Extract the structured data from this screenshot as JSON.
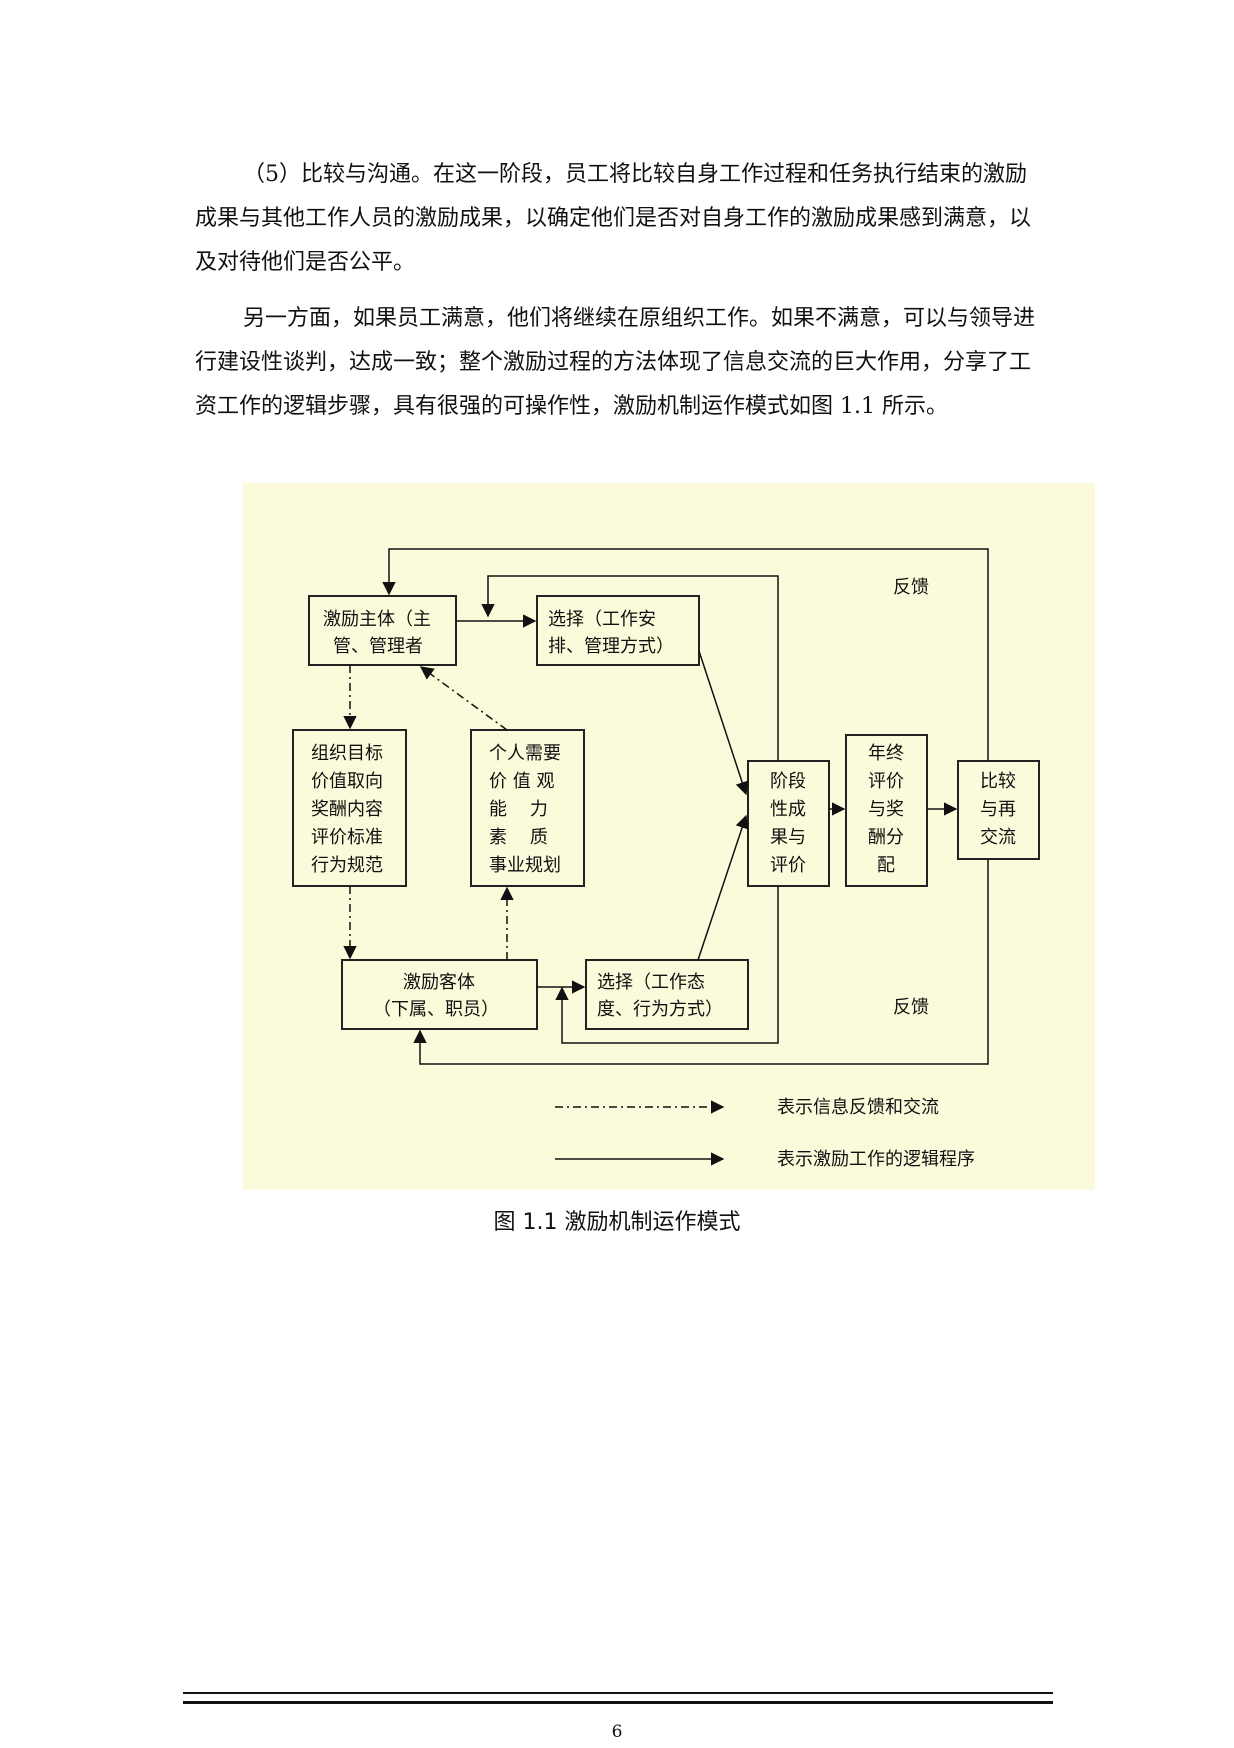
{
  "paragraphs": [
    "（5）比较与沟通。在这一阶段，员工将比较自身工作过程和任务执行结束的激励成果与其他工作人员的激励成果，以确定他们是否对自身工作的激励成果感到满意，以及对待他们是否公平。",
    "另一方面，如果员工满意，他们将继续在原组织工作。如果不满意，可以与领导进行建设性谈判，达成一致；整个激励过程的方法体现了信息交流的巨大作用，分享了工资工作的逻辑步骤，具有很强的可操作性，激励机制运作模式如图 1.1 所示。"
  ],
  "figure": {
    "background": "#fbfbdb",
    "boxes": {
      "subject": [
        "激励主体（主",
        "管、管理者"
      ],
      "choice_top": [
        "选择（工作安",
        "排、管理方式）"
      ],
      "org_goals": [
        "组织目标",
        "价值取向",
        "奖酬内容",
        "评价标准",
        "行为规范"
      ],
      "personal_needs": [
        "个人需要",
        "价 值 观",
        "能    力",
        "素    质",
        "事业规划"
      ],
      "stage_results": [
        "阶段",
        "性成",
        "果与",
        "评价"
      ],
      "annual_review": [
        "年终",
        "评价",
        "与奖",
        "酬分",
        "配"
      ],
      "compare": [
        "比较",
        "与再",
        "交流"
      ],
      "object": [
        "激励客体",
        "（下属、职员）"
      ],
      "choice_bottom": [
        "选择（工作态",
        "度、行为方式）"
      ]
    },
    "feedback_labels": [
      "反馈",
      "反馈"
    ],
    "legend": [
      "表示信息反馈和交流",
      "表示激励工作的逻辑程序"
    ]
  },
  "caption": "图 1.1  激励机制运作模式",
  "page_number": "6"
}
